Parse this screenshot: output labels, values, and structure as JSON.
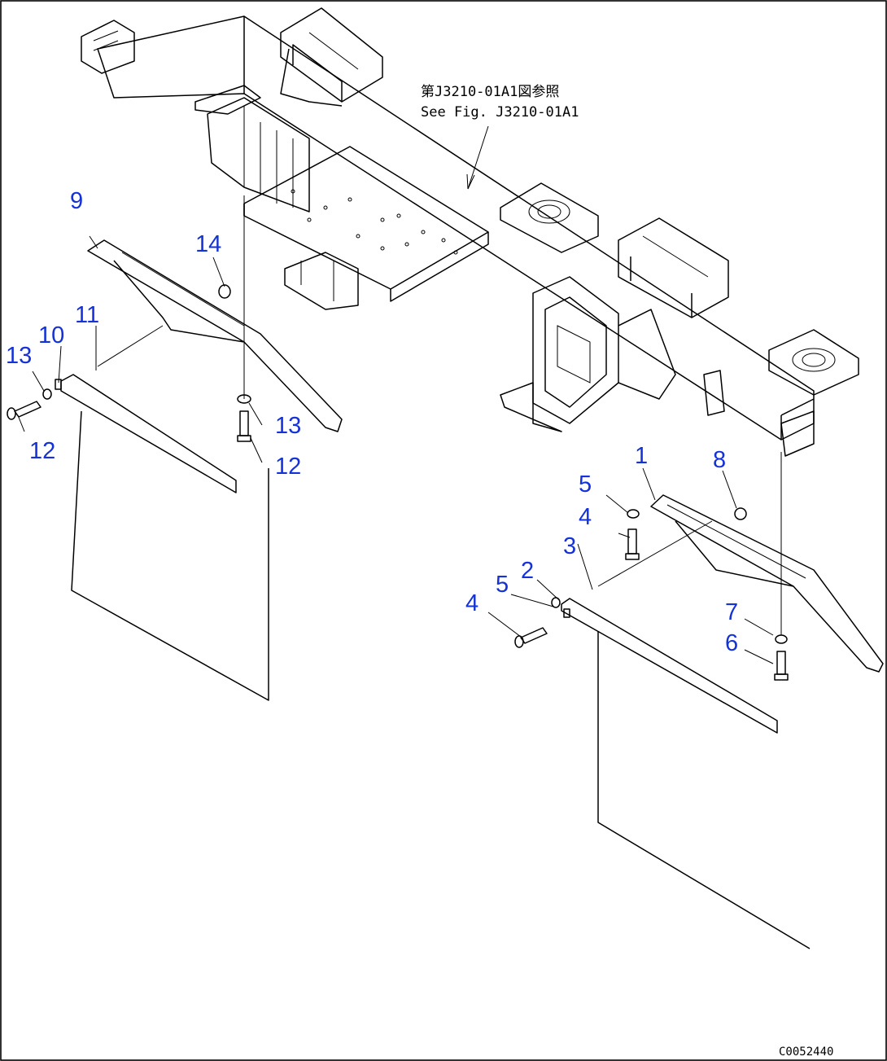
{
  "reference_note": {
    "line_jp": "第J3210-01A1図参照",
    "line_en": "See Fig. J3210-01A1"
  },
  "callouts": {
    "c1": "1",
    "c2": "2",
    "c3": "3",
    "c4a": "4",
    "c4b": "4",
    "c5a": "5",
    "c5b": "5",
    "c6": "6",
    "c7": "7",
    "c8": "8",
    "c9": "9",
    "c10": "10",
    "c11": "11",
    "c12a": "12",
    "c12b": "12",
    "c13a": "13",
    "c13b": "13",
    "c14": "14"
  },
  "drawing_code": "C0052440",
  "colors": {
    "callout": "#1432d8",
    "line": "#000000",
    "background": "#ffffff"
  }
}
